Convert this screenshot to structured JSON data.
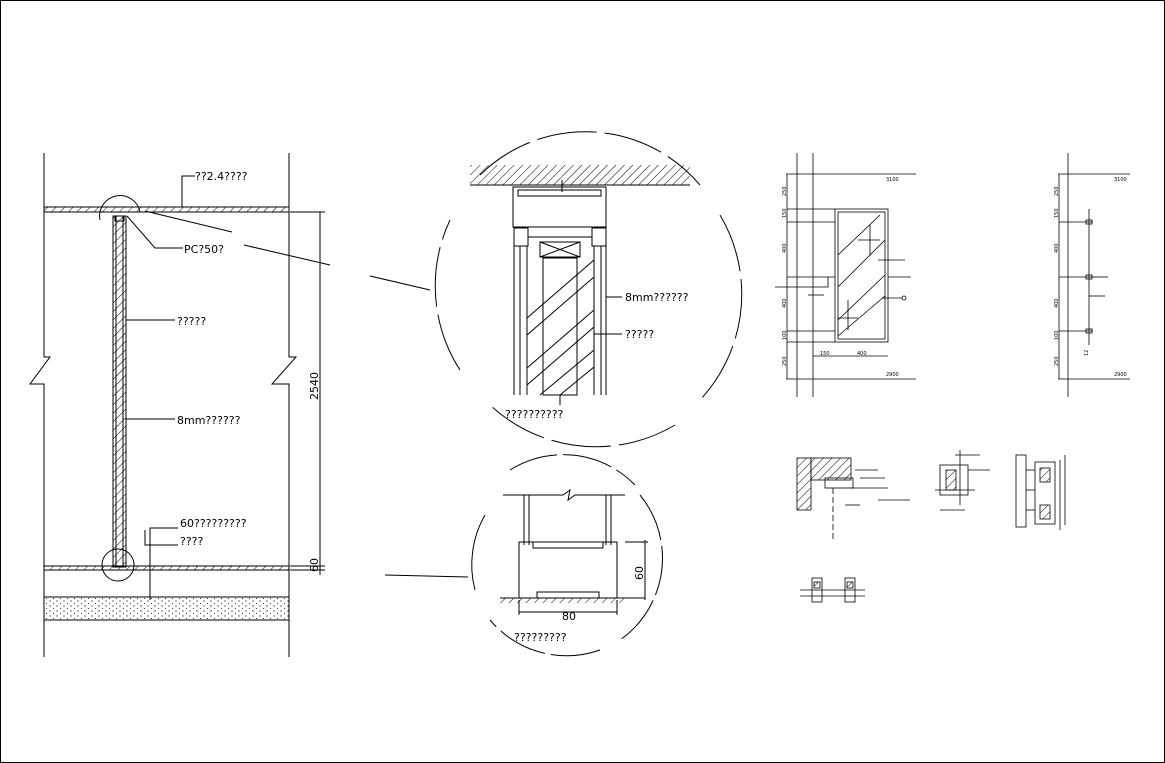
{
  "elevation": {
    "ceiling_label": "??2.4????",
    "pc_label": "PC?50?",
    "frame_label": "?????",
    "glass_label": "8mm??????",
    "bottom_label_1": "60?????????",
    "bottom_label_2": "????",
    "height_dim": "2540",
    "base_dim": "60"
  },
  "top_detail": {
    "glass_label": "8mm??????",
    "frame_label": "?????",
    "caption": "??????????"
  },
  "bottom_detail": {
    "height_dim": "60",
    "width_dim": "80",
    "caption": "?????????"
  },
  "front_elevation": {
    "dims_left": [
      "250",
      "150",
      "400",
      "400",
      "100",
      "250"
    ],
    "dims_bottom": [
      "150",
      "400"
    ],
    "top_label": "3100",
    "bottom_label": "2900"
  },
  "side_elevation": {
    "dims_left": [
      "250",
      "150",
      "400",
      "400",
      "100",
      "250"
    ],
    "dim_bottom": "12",
    "top_label": "3100",
    "bottom_label": "2900"
  }
}
